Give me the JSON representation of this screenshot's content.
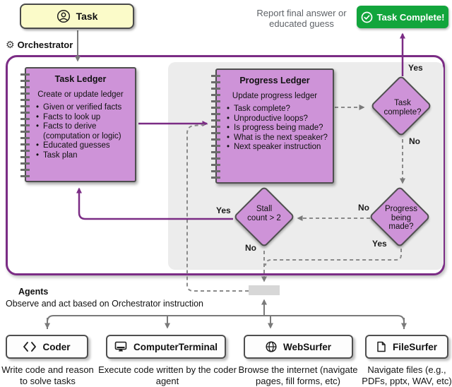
{
  "header": {
    "task_label": "Task",
    "orchestrator_label": "Orchestrator",
    "report_text": "Report final answer or educated guess",
    "task_complete_label": "Task Complete!"
  },
  "orchestrator": {
    "task_ledger": {
      "title": "Task Ledger",
      "subtitle": "Create or update ledger",
      "items": [
        "Given or verified facts",
        "Facts to look up",
        "Facts to derive (computation or logic)",
        "Educated guesses",
        "Task plan"
      ]
    },
    "progress_ledger": {
      "title": "Progress Ledger",
      "subtitle": "Update progress ledger",
      "items": [
        "Task complete?",
        "Unproductive loops?",
        "Is progress being made?",
        "What is the next speaker?",
        "Next speaker instruction"
      ]
    },
    "decisions": {
      "task_complete": "Task complete?",
      "progress_being_made": "Progress being made?",
      "stall_count": "Stall count > 2"
    },
    "edge_labels": {
      "yes_top": "Yes",
      "no_task_complete": "No",
      "no_progress": "No",
      "yes_progress": "Yes",
      "no_stall": "No",
      "yes_stall": "Yes"
    }
  },
  "agents_section": {
    "title": "Agents",
    "subtitle": "Observe and act based on Orchestrator instruction",
    "agents": [
      {
        "name": "Coder",
        "icon": "code-icon",
        "description": "Write code and reason to solve tasks"
      },
      {
        "name": "ComputerTerminal",
        "icon": "monitor-icon",
        "description": "Execute code written by the coder agent"
      },
      {
        "name": "WebSurfer",
        "icon": "globe-icon",
        "description": "Browse the internet (navigate pages, fill forms, etc)"
      },
      {
        "name": "FileSurfer",
        "icon": "file-icon",
        "description": "Navigate files (e.g., PDFs, pptx, WAV, etc)"
      }
    ]
  },
  "colors": {
    "accent_purple": "#7b2c85",
    "node_fill": "#CE93D8",
    "panel_gray": "#ececec",
    "task_yellow": "#FBFBC9",
    "success_green": "#12A53C",
    "connector_gray": "#808080"
  }
}
